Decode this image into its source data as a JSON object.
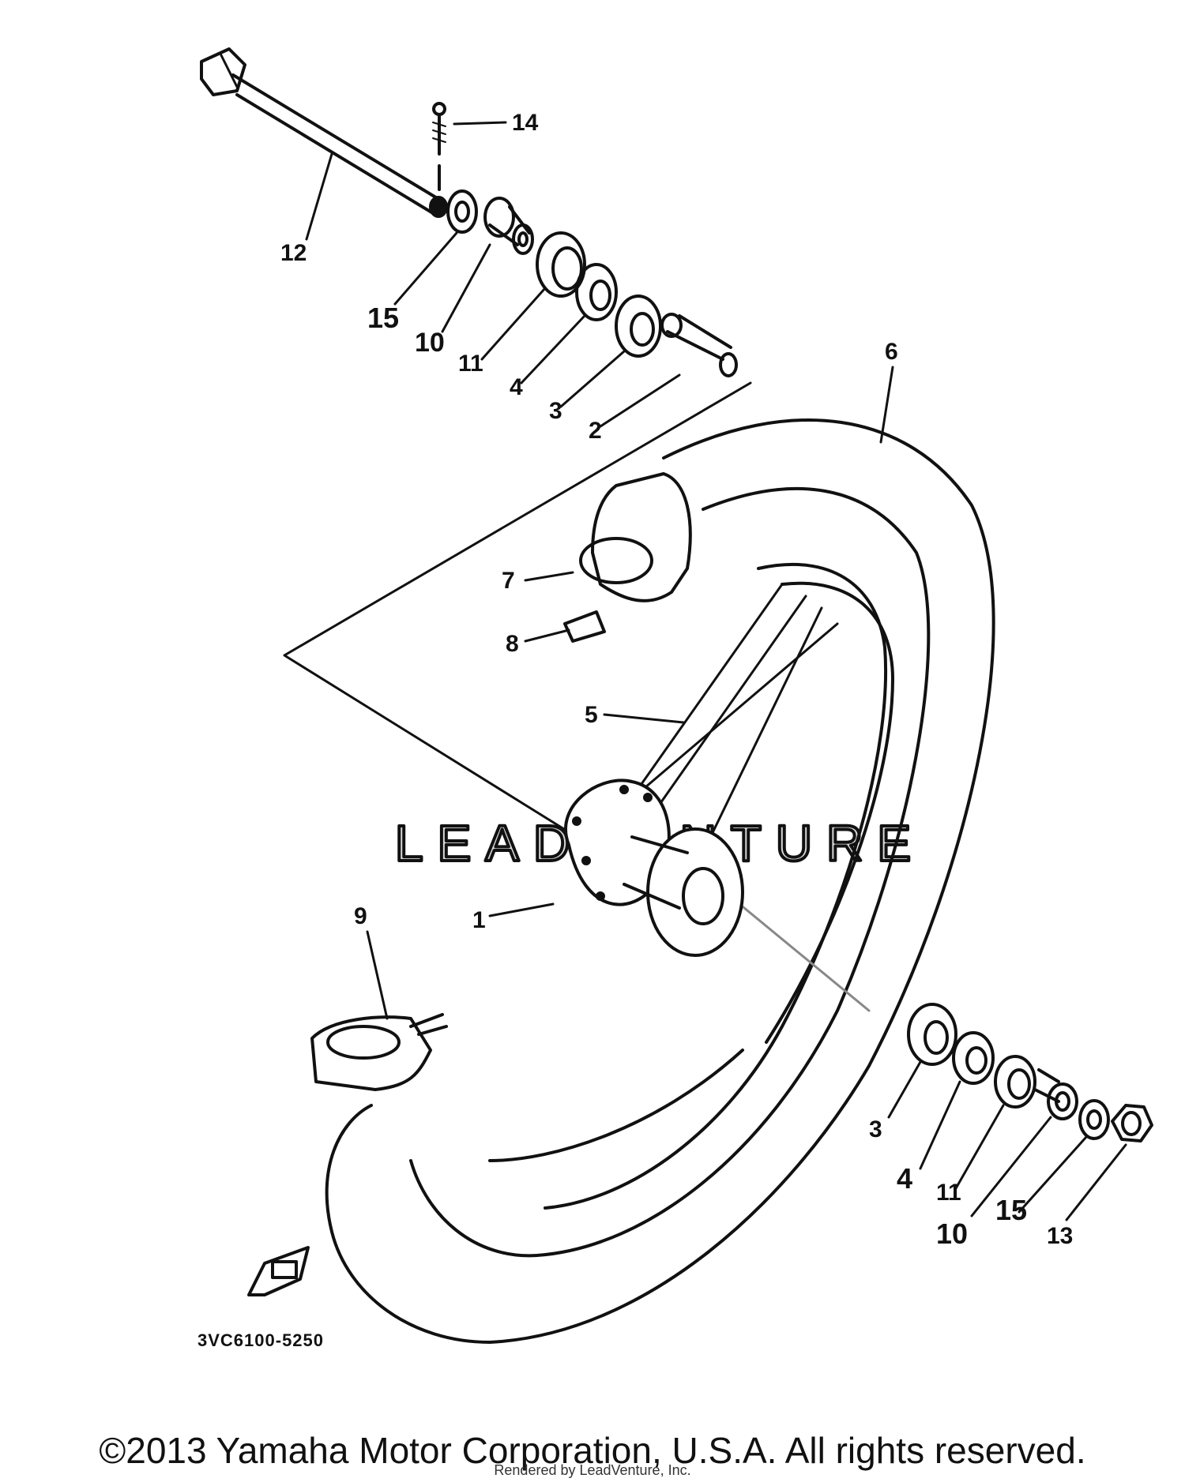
{
  "diagram": {
    "callouts": [
      {
        "id": "c12",
        "text": "12"
      },
      {
        "id": "c14",
        "text": "14"
      },
      {
        "id": "c15a",
        "text": "15"
      },
      {
        "id": "c10a",
        "text": "10"
      },
      {
        "id": "c11a",
        "text": "11"
      },
      {
        "id": "c4a",
        "text": "4"
      },
      {
        "id": "c3a",
        "text": "3"
      },
      {
        "id": "c2",
        "text": "2"
      },
      {
        "id": "c6",
        "text": "6"
      },
      {
        "id": "c7",
        "text": "7"
      },
      {
        "id": "c8",
        "text": "8"
      },
      {
        "id": "c5",
        "text": "5"
      },
      {
        "id": "c1",
        "text": "1"
      },
      {
        "id": "c9",
        "text": "9"
      },
      {
        "id": "c3b",
        "text": "3"
      },
      {
        "id": "c4b",
        "text": "4"
      },
      {
        "id": "c11b",
        "text": "11"
      },
      {
        "id": "c10b",
        "text": "10"
      },
      {
        "id": "c15b",
        "text": "15"
      },
      {
        "id": "c13",
        "text": "13"
      }
    ],
    "diagram_code": "3VC6100-5250",
    "watermark": "LEADVENTURE"
  },
  "footer": {
    "copyright": "©2013 Yamaha Motor Corporation, U.S.A. All rights reserved.",
    "rendered_by": "Rendered by LeadVenture, Inc."
  }
}
